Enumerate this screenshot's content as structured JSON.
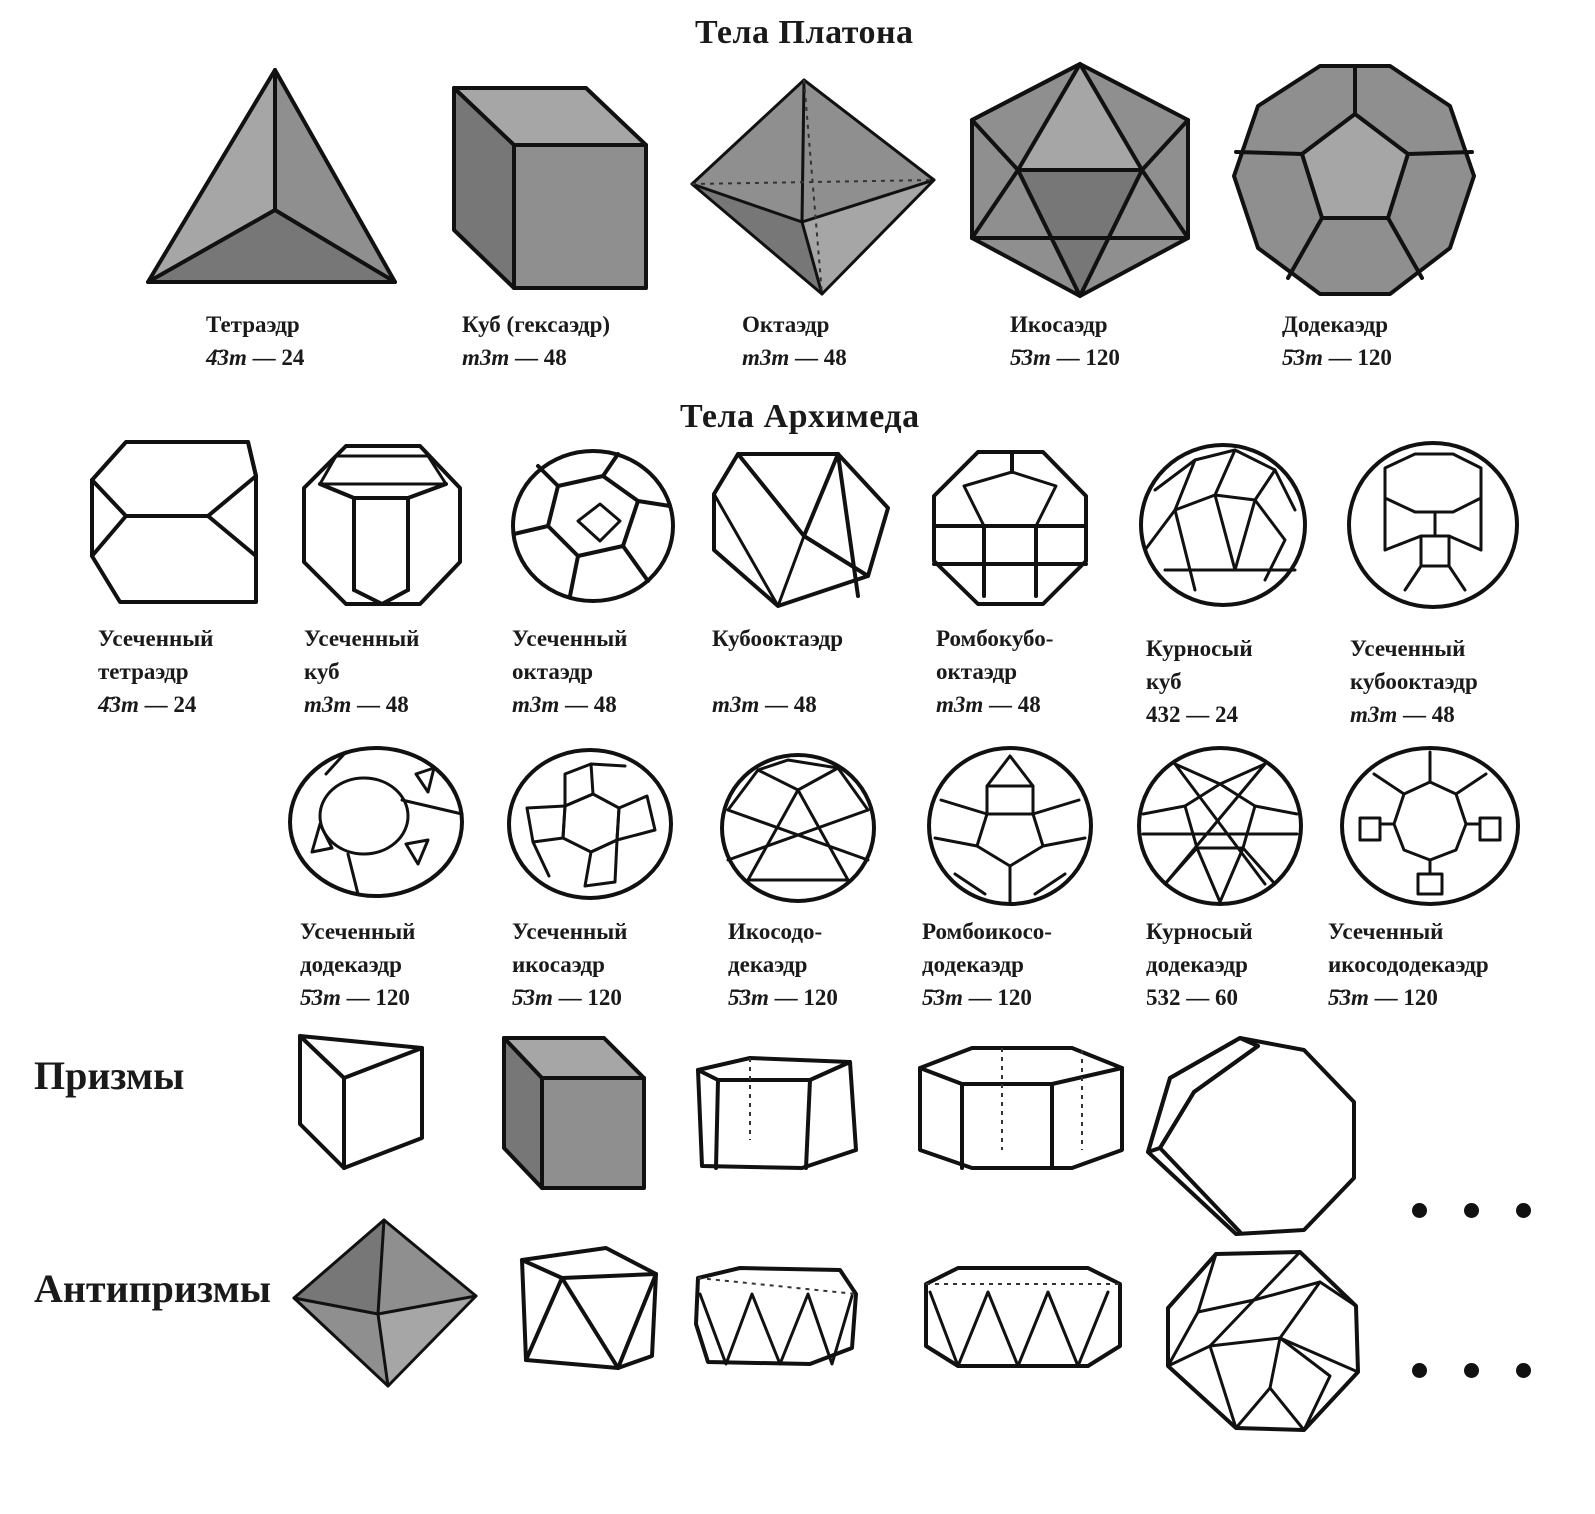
{
  "platonic": {
    "title": "Тела Платона",
    "solids": [
      {
        "name": "Тетраэдр",
        "sym": "4̄3m",
        "order": "24"
      },
      {
        "name": "Куб (гексаэдр)",
        "sym": "m3m",
        "order": "48"
      },
      {
        "name": "Октаэдр",
        "sym": "m3m",
        "order": "48"
      },
      {
        "name": "Икосаэдр",
        "sym": "5̄3m",
        "order": "120"
      },
      {
        "name": "Додекаэдр",
        "sym": "5̄3m",
        "order": "120"
      }
    ]
  },
  "archimedean": {
    "title": "Тела Архимеда",
    "row1": [
      {
        "name1": "Усеченный",
        "name2": "тетраэдр",
        "sym": "4̄3m",
        "order": "24"
      },
      {
        "name1": "Усеченный",
        "name2": "куб",
        "sym": "m3m",
        "order": "48"
      },
      {
        "name1": "Усеченный",
        "name2": "октаэдр",
        "sym": "m3m",
        "order": "48"
      },
      {
        "name1": "Кубооктаэдр",
        "name2": "",
        "sym": "m3m",
        "order": "48"
      },
      {
        "name1": "Ромбокубо-",
        "name2": "октаэдр",
        "sym": "m3m",
        "order": "48"
      },
      {
        "name1": "Курносый",
        "name2": "куб",
        "sym": "432",
        "order": "24"
      },
      {
        "name1": "Усеченный",
        "name2": "кубооктаэдр",
        "sym": "m3m",
        "order": "48"
      }
    ],
    "row2": [
      {
        "name1": "Усеченный",
        "name2": "додекаэдр",
        "sym": "5̄3m",
        "order": "120"
      },
      {
        "name1": "Усеченный",
        "name2": "икосаэдр",
        "sym": "5̄3m",
        "order": "120"
      },
      {
        "name1": "Икосодо-",
        "name2": "декаэдр",
        "sym": "5̄3m",
        "order": "120"
      },
      {
        "name1": "Ромбоикосо-",
        "name2": "додекаэдр",
        "sym": "5̄3m",
        "order": "120"
      },
      {
        "name1": "Курносый",
        "name2": "додекаэдр",
        "sym": "532",
        "order": "60"
      },
      {
        "name1": "Усеченный",
        "name2": "икосододекаэдр",
        "sym": "5̄3m",
        "order": "120"
      }
    ]
  },
  "prisms": {
    "label": "Призмы"
  },
  "antiprisms": {
    "label": "Антипризмы"
  },
  "dash": "—",
  "colors": {
    "ink": "#111111",
    "shade_light": "#a6a6a6",
    "shade_mid": "#8f8f8f",
    "shade_dark": "#777777"
  }
}
